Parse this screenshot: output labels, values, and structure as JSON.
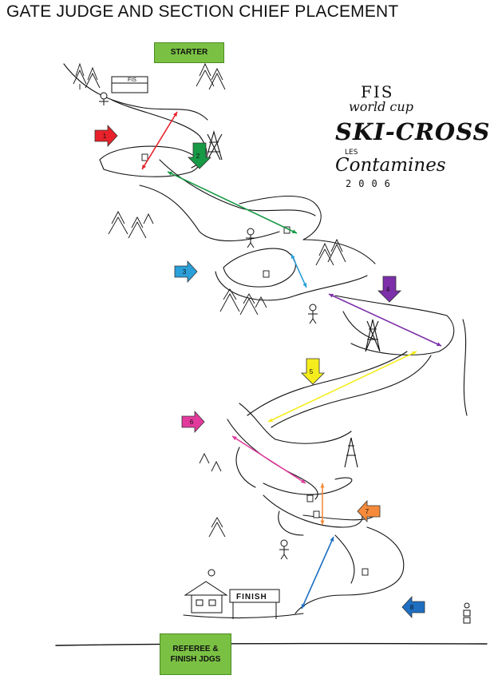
{
  "title": "GATE JUDGE AND SECTION CHIEF PLACEMENT",
  "labels": {
    "starter": "STARTER",
    "referee_line1": "REFEREE &",
    "referee_line2": "FINISH JDGS",
    "finish_sign": "FINISH",
    "hut_sign": "FIS"
  },
  "logo": {
    "fis": "FIS",
    "world_cup": "world cup",
    "ski_cross": "SKI-CROSS",
    "les": "LES",
    "contamines": "Contamines",
    "year": "2006"
  },
  "sections": [
    {
      "number": "1",
      "color": "#e8212a"
    },
    {
      "number": "2",
      "color": "#179a45"
    },
    {
      "number": "3",
      "color": "#2a9fd8"
    },
    {
      "number": "4",
      "color": "#7c2fa8"
    },
    {
      "number": "5",
      "color": "#f5ec1e"
    },
    {
      "number": "6",
      "color": "#e23a9c"
    },
    {
      "number": "7",
      "color": "#f58a3a"
    },
    {
      "number": "8",
      "color": "#1e6fc2"
    }
  ],
  "colors": {
    "callout_green": "#7ac143",
    "line_ink": "#111111"
  }
}
